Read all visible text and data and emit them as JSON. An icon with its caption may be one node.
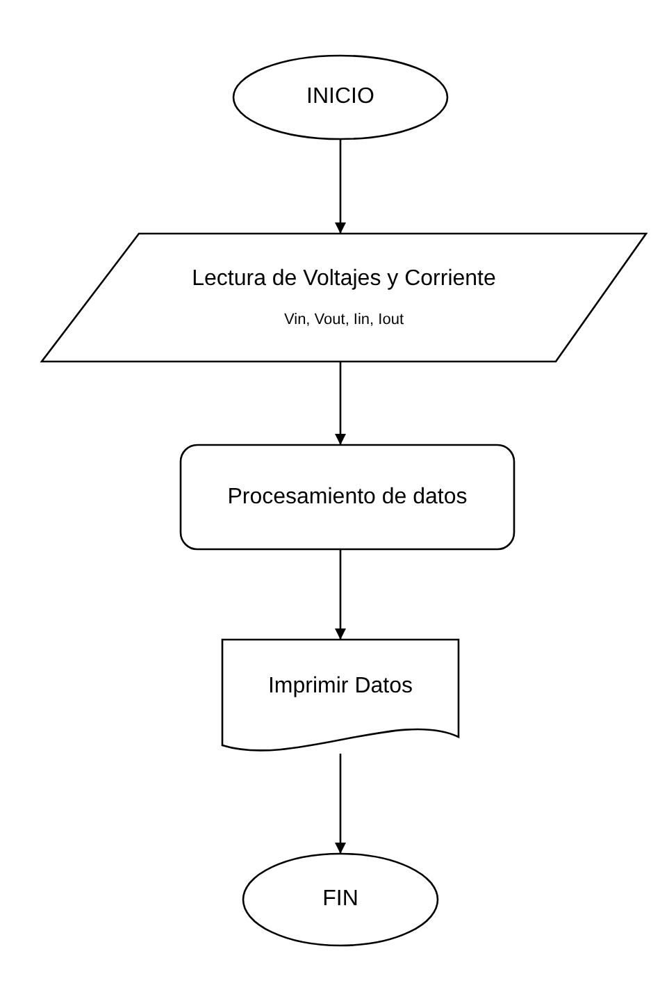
{
  "diagram": {
    "nodes": [
      {
        "text": [
          "INICIO"
        ]
      },
      {
        "text": [
          "Lectura de Voltajes y Corriente",
          "Vin, Vout, Iin, Iout"
        ]
      },
      {
        "text": [
          "Procesamiento de datos"
        ]
      },
      {
        "text": [
          "Imprimir Datos"
        ]
      },
      {
        "text": [
          "FIN"
        ]
      }
    ],
    "edges": [
      {
        "from": 0,
        "to": 1,
        "arrow": "to"
      },
      {
        "from": 1,
        "to": 2,
        "arrow": "to"
      },
      {
        "from": 2,
        "to": 3,
        "arrow": "to"
      },
      {
        "from": 3,
        "to": 4,
        "arrow": "to"
      }
    ]
  }
}
